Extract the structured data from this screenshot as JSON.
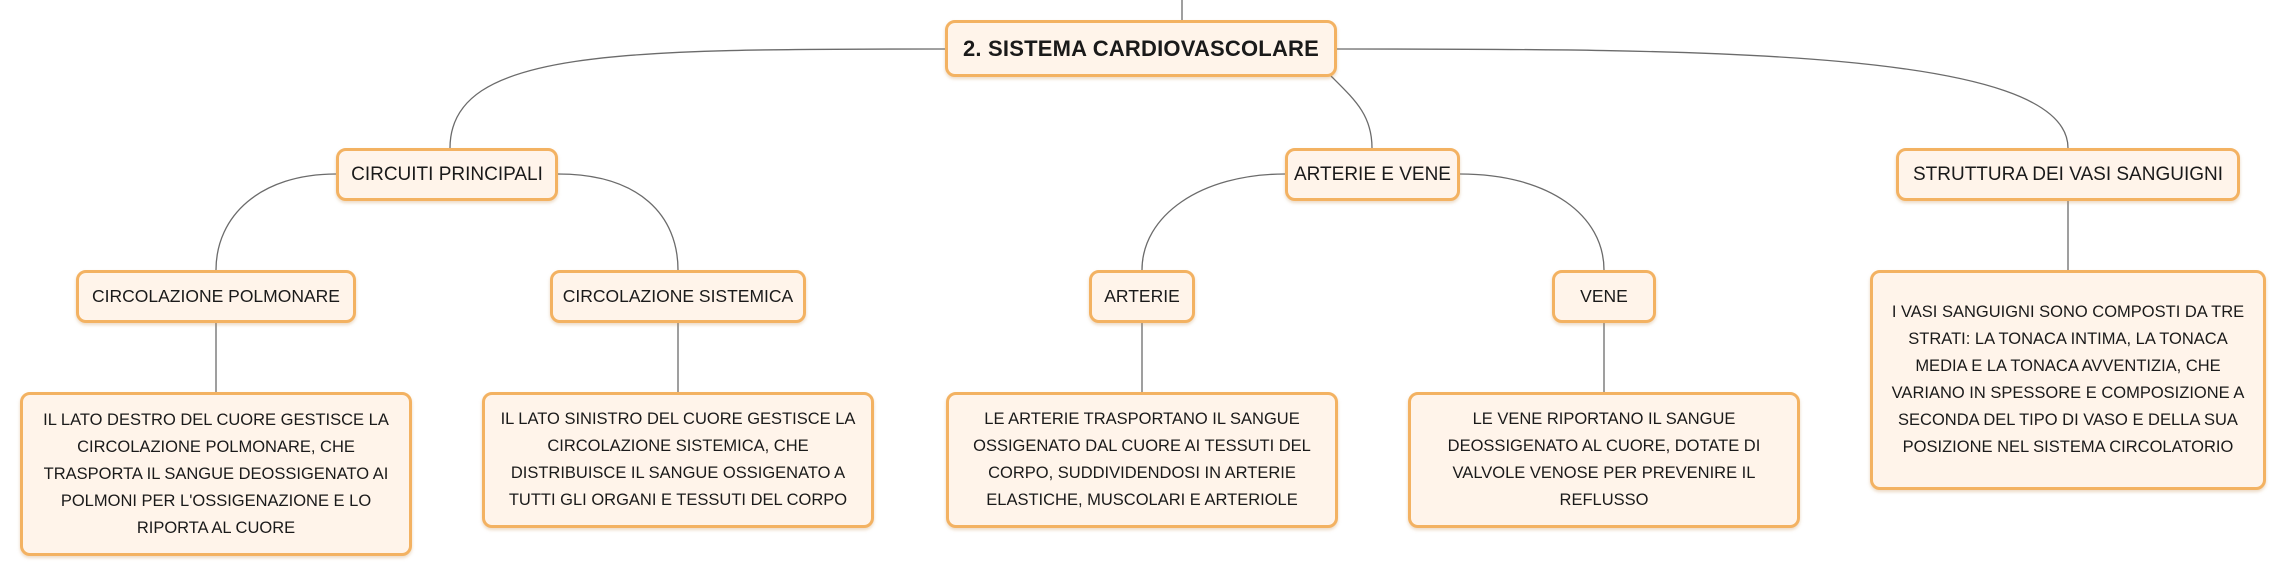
{
  "root": {
    "label": "2. SISTEMA CARDIOVASCOLARE"
  },
  "branches": {
    "circuits": {
      "label": "CIRCUITI PRINCIPALI",
      "pulmonary": {
        "label": "CIRCOLAZIONE POLMONARE",
        "description": "IL LATO DESTRO DEL CUORE GESTISCE LA CIRCOLAZIONE POLMONARE, CHE TRASPORTA IL SANGUE DEOSSIGENATO AI POLMONI PER L'OSSIGENAZIONE E LO RIPORTA AL CUORE"
      },
      "systemic": {
        "label": "CIRCOLAZIONE SISTEMICA",
        "description": "IL LATO SINISTRO DEL CUORE GESTISCE LA CIRCOLAZIONE SISTEMICA, CHE DISTRIBUISCE IL SANGUE OSSIGENATO A TUTTI GLI ORGANI E TESSUTI DEL CORPO"
      }
    },
    "vessels": {
      "label": "ARTERIE E VENE",
      "arteries": {
        "label": "ARTERIE",
        "description": "LE ARTERIE TRASPORTANO IL SANGUE OSSIGENATO DAL CUORE AI TESSUTI DEL CORPO, SUDDIVIDENDOSI IN ARTERIE ELASTICHE, MUSCOLARI E ARTERIOLE"
      },
      "veins": {
        "label": "VENE",
        "description": "LE VENE RIPORTANO IL SANGUE DEOSSIGENATO AL CUORE, DOTATE DI VALVOLE VENOSE PER PREVENIRE IL REFLUSSO"
      }
    },
    "structure": {
      "label": "STRUTTURA DEI VASI SANGUIGNI",
      "description": "I VASI SANGUIGNI SONO COMPOSTI DA TRE STRATI: LA TONACA INTIMA, LA TONACA MEDIA E LA TONACA AVVENTIZIA, CHE VARIANO IN SPESSORE E COMPOSIZIONE A SECONDA DEL TIPO DI VASO E DELLA SUA POSIZIONE NEL SISTEMA CIRCOLATORIO"
    }
  },
  "colors": {
    "node_fill": "#fff4ea",
    "node_border": "#f3b262",
    "connector": "#6b6b6b"
  }
}
